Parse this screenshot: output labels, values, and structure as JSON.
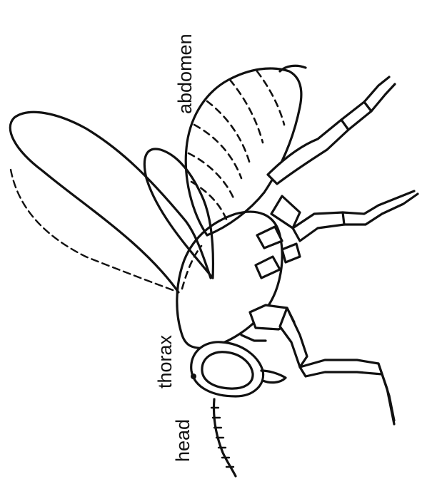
{
  "labels": {
    "abdomen": "abdomen",
    "thorax": "thorax",
    "head": "head"
  },
  "colors": {
    "ink": "#111111",
    "paper": "#ffffff"
  }
}
